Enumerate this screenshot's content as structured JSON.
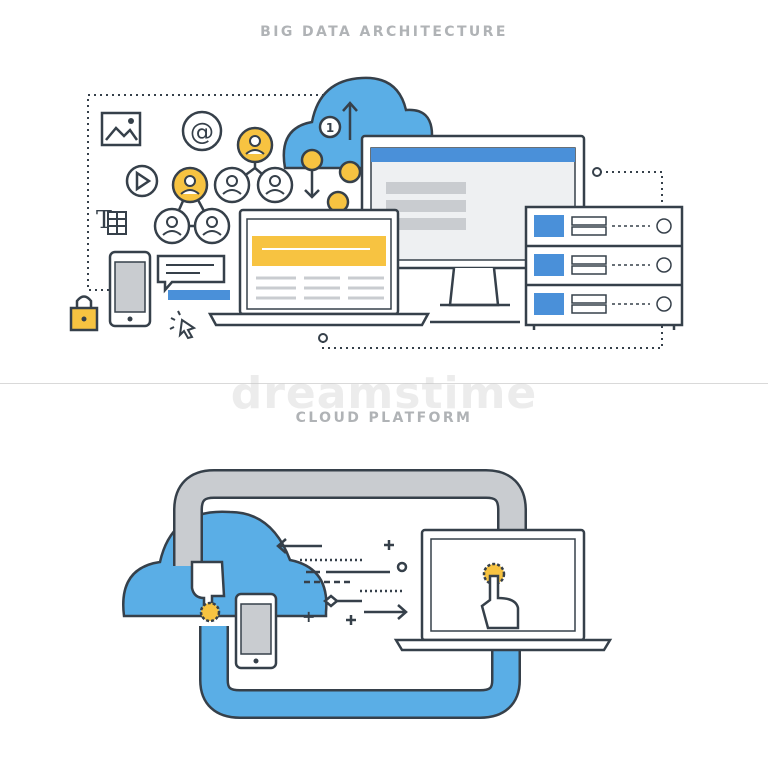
{
  "titles": {
    "top": "BIG DATA ARCHITECTURE",
    "bottom": "CLOUD PLATFORM"
  },
  "watermark": "dreamstime",
  "badges": {
    "coin_label": "1",
    "at_symbol": "@",
    "text_tool": "T"
  },
  "colors": {
    "cloud_blue": "#5aaee6",
    "accent_yellow": "#f7c341",
    "outline_dark": "#36404a",
    "panel_gray": "#c9ccd0",
    "title_gray": "#b0b3b6",
    "screen_blue": "#4a90d9"
  },
  "icons": [
    "image-icon",
    "at-icon",
    "play-icon",
    "text-table-icon",
    "smartphone-icon",
    "chat-bubble-icon",
    "lock-icon",
    "cursor-icon",
    "user-network-icon",
    "cloud-icon",
    "upload-arrow-icon",
    "download-arrow-icon",
    "coin-icon",
    "laptop-icon",
    "monitor-icon",
    "server-rack-icon",
    "hand-touch-icon",
    "tablet-icon",
    "arrows-icon"
  ]
}
